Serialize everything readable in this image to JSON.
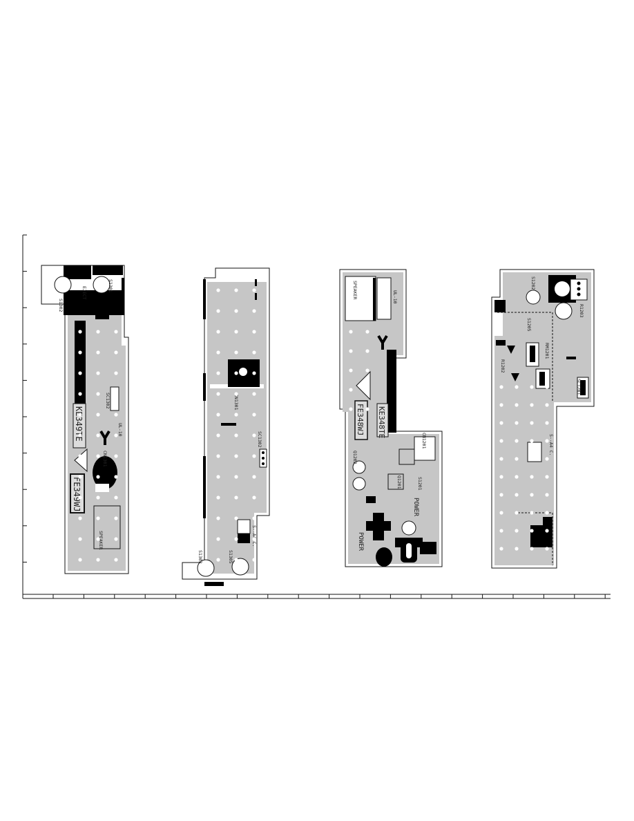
{
  "boards": [
    {
      "id": "board1",
      "labels": {
        "s1302": "S1302",
        "eject": "EJECT",
        "s1301": "S1301",
        "sc1302": "SC1302",
        "pcb_code": "KE349TE",
        "ul": "UL-10",
        "cn1301": "CN1301",
        "fe_code": "FE349WJ",
        "speaker": "SPEAKER"
      }
    },
    {
      "id": "board2",
      "labels": {
        "cn1301": "CN1301",
        "sc1302": "SC1302",
        "s1303": "S1303",
        "s1305": "S1305",
        "lot": "S--A4 C."
      }
    },
    {
      "id": "board3",
      "labels": {
        "speaker": "SPEAKER",
        "ul": "UL-10",
        "fe_code": "FE348WJ",
        "ke_code": "KE348TE",
        "power": "POWER",
        "q1201": "Q1201",
        "cn1201": "CN1201",
        "q1202": "Q1202",
        "s1201": "S1201"
      }
    },
    {
      "id": "board4",
      "labels": {
        "s1202": "S1202",
        "r1203": "R1203",
        "s1205": "S1205",
        "r1202": "R1202",
        "rm1201": "RM1201",
        "sc1201": "SC1201",
        "lot": "S--A4 C."
      }
    }
  ],
  "border": {
    "left_ticks": 10,
    "bottom_ticks": 19
  },
  "colors": {
    "copper": "#c6c6c6",
    "outline": "#111111",
    "trace": "#000000",
    "pad": "#ffffff"
  }
}
